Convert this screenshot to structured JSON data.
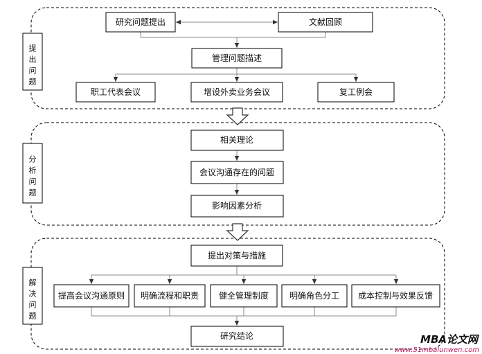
{
  "stages": [
    {
      "label_chars": [
        "提",
        "出",
        "问",
        "题"
      ]
    },
    {
      "label_chars": [
        "分",
        "析",
        "问",
        "题"
      ]
    },
    {
      "label_chars": [
        "解",
        "决",
        "问",
        "题"
      ]
    }
  ],
  "nodes": {
    "research_question": "研究问题提出",
    "literature_review": "文献回顾",
    "problem_description": "管理问题描述",
    "staff_meeting": "职工代表会议",
    "takeout_meeting": "增设外卖业务会议",
    "resumption_meeting": "复工例会",
    "related_theory": "相关理论",
    "meeting_problems": "会议沟通存在的问题",
    "factor_analysis": "影响因素分析",
    "countermeasures": "提出对策与措施",
    "principle": "提高会议沟通原则",
    "process": "明确流程和职责",
    "system": "健全管理制度",
    "roles": "明确角色分工",
    "cost": "成本控制与效果反馈",
    "conclusion": "研究结论"
  },
  "watermark": {
    "main": "MBA论文网",
    "sub": "www.51mbalunwen.com"
  }
}
